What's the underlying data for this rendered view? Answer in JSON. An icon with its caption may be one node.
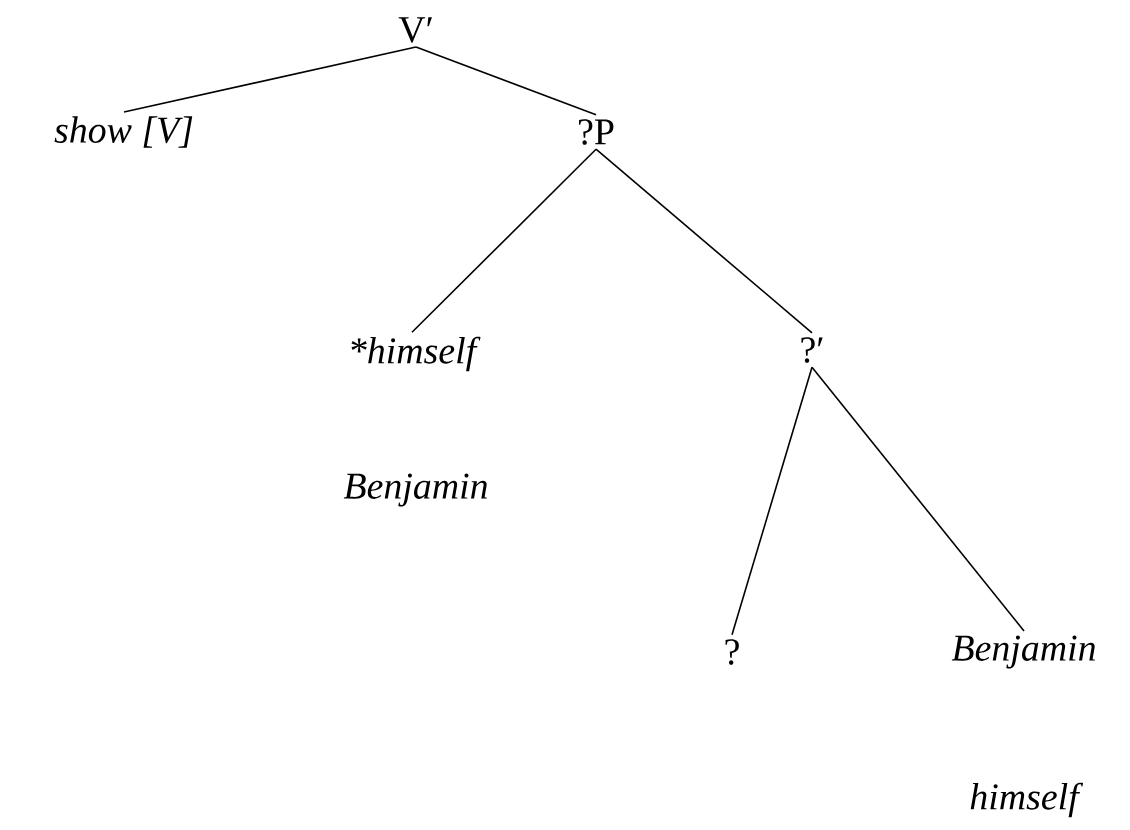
{
  "diagram": {
    "nodes": [
      {
        "text": [
          "V′"
        ]
      },
      {
        "text": [
          "show [V]"
        ]
      },
      {
        "text": [
          "?P"
        ]
      },
      {
        "text": [
          "*himself"
        ],
        "beside": [
          "Benjamin"
        ]
      },
      {
        "text": [
          "?′"
        ]
      },
      {
        "text": [
          "?"
        ]
      },
      {
        "text": [
          "Benjamin"
        ],
        "beside": [
          "himself"
        ]
      }
    ],
    "edges": [
      {
        "from": 0,
        "to": 1,
        "arrow": "none"
      },
      {
        "from": 0,
        "to": 2,
        "arrow": "none"
      },
      {
        "from": 2,
        "to": 3,
        "arrow": "none"
      },
      {
        "from": 2,
        "to": 4,
        "arrow": "none"
      },
      {
        "from": 4,
        "to": 5,
        "arrow": "none"
      },
      {
        "from": 4,
        "to": 6,
        "arrow": "none"
      }
    ]
  }
}
